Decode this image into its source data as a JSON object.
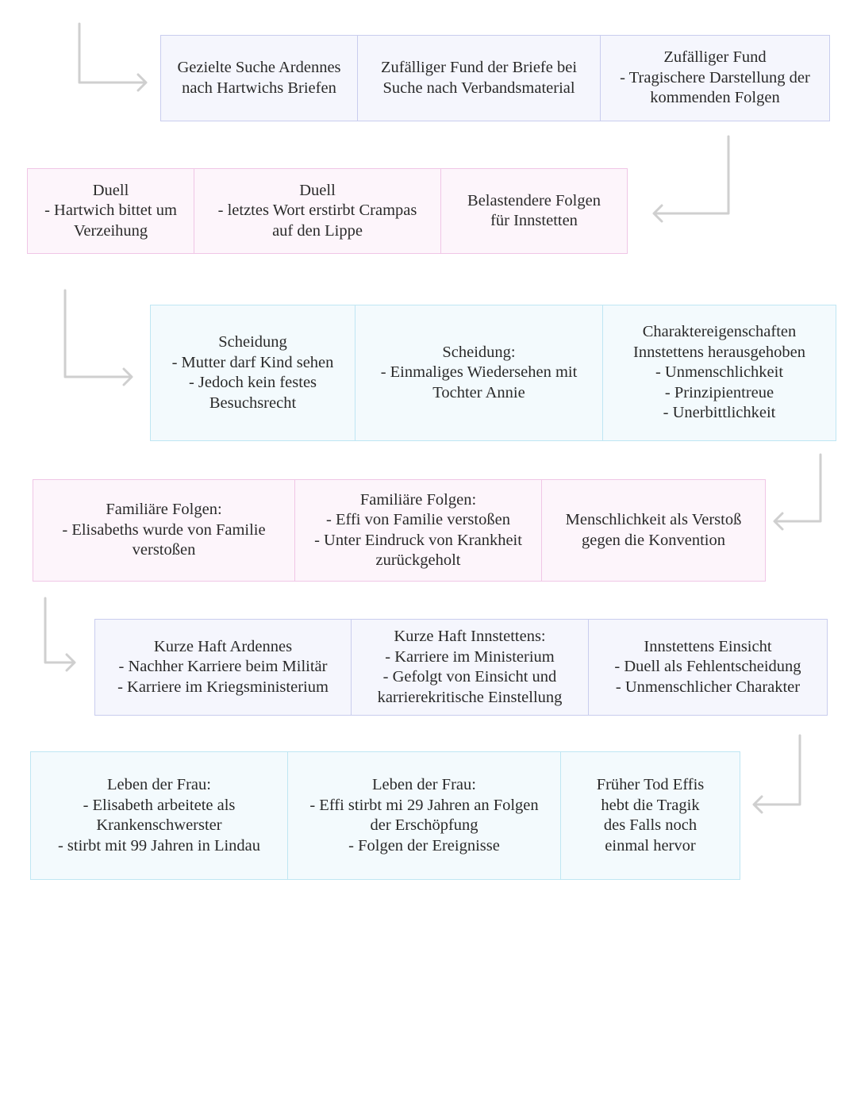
{
  "rows": [
    {
      "theme": "blue",
      "cells": [
        [
          "Gezielte Suche Ardennes",
          "nach Hartwichs Briefen"
        ],
        [
          "Zufälliger Fund der Briefe bei",
          "Suche nach Verbandsmaterial"
        ],
        [
          "Zufälliger Fund",
          "- Tragischere Darstellung der",
          "kommenden Folgen"
        ]
      ]
    },
    {
      "theme": "pink",
      "cells": [
        [
          "Duell",
          "- Hartwich bittet um",
          "Verzeihung"
        ],
        [
          "Duell",
          "- letztes Wort erstirbt Crampas",
          "auf den Lippe"
        ],
        [
          "Belastendere Folgen",
          "für Innstetten"
        ]
      ]
    },
    {
      "theme": "cyan",
      "cells": [
        [
          "Scheidung",
          "- Mutter darf Kind sehen",
          "- Jedoch kein festes",
          "Besuchsrecht"
        ],
        [
          "Scheidung:",
          "- Einmaliges Wiedersehen mit",
          "Tochter Annie"
        ],
        [
          "Charaktereigenschaften",
          "Innstettens herausgehoben",
          "- Unmenschlichkeit",
          "- Prinzipientreue",
          "- Unerbittlichkeit"
        ]
      ]
    },
    {
      "theme": "pink",
      "cells": [
        [
          "Familiäre Folgen:",
          "- Elisabeths wurde von Familie",
          "verstoßen"
        ],
        [
          "Familiäre Folgen:",
          "- Effi von Familie verstoßen",
          "- Unter Eindruck von Krankheit",
          "zurückgeholt"
        ],
        [
          "Menschlichkeit als Verstoß",
          "gegen die Konvention"
        ]
      ]
    },
    {
      "theme": "blue",
      "cells": [
        [
          "Kurze Haft Ardennes",
          "- Nachher Karriere beim Militär",
          "- Karriere im Kriegsministerium"
        ],
        [
          "Kurze Haft Innstettens:",
          "- Karriere im Ministerium",
          "- Gefolgt von Einsicht und",
          "karrierekritische Einstellung"
        ],
        [
          "Innstettens Einsicht",
          "- Duell als Fehlentscheidung",
          "- Unmenschlicher Charakter"
        ]
      ]
    },
    {
      "theme": "cyan",
      "cells": [
        [
          "Leben der Frau:",
          "- Elisabeth arbeitete als",
          "Krankenschwerster",
          "- stirbt mit 99 Jahren in Lindau"
        ],
        [
          "Leben der Frau:",
          "- Effi stirbt mi 29 Jahren an Folgen",
          "der Erschöpfung",
          "- Folgen der Ereignisse"
        ],
        [
          "Früher Tod Effis",
          "hebt die Tragik",
          "des Falls noch",
          "einmal hervor"
        ]
      ]
    }
  ],
  "colors": {
    "blue_fill": "#f5f6fd",
    "blue_border": "#c9cdee",
    "pink_fill": "#fdf5fb",
    "pink_border": "#f0c6e6",
    "cyan_fill": "#f3fafd",
    "cyan_border": "#bfe6f3",
    "arrow": "#cfcfcf"
  },
  "icons": [
    "arrow-down-right-icon",
    "arrow-down-left-icon"
  ]
}
